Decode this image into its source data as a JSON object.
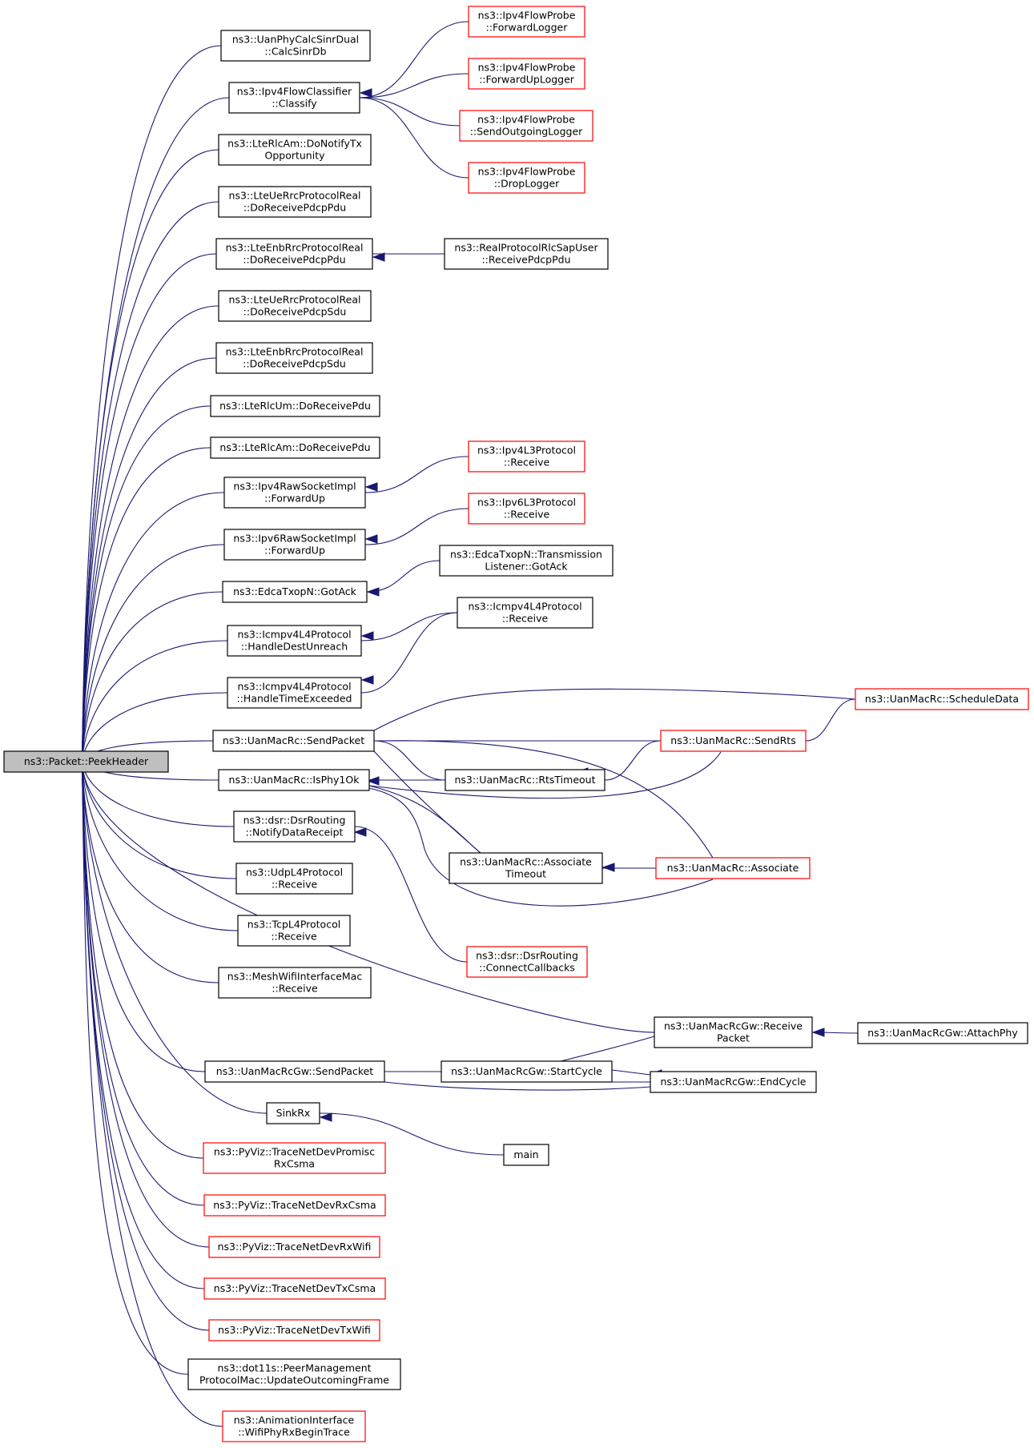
{
  "nodes": [
    {
      "id": "root",
      "lines": [
        "ns3::Packet::PeekHeader"
      ]
    },
    {
      "id": "uanphy",
      "lines": [
        "ns3::UanPhyCalcSinrDual",
        "::CalcSinrDb"
      ]
    },
    {
      "id": "ipv4fc",
      "lines": [
        "ns3::Ipv4FlowClassifier",
        "::Classify"
      ]
    },
    {
      "id": "lterlcam_tx",
      "lines": [
        "ns3::LteRlcAm::DoNotifyTx",
        "Opportunity"
      ]
    },
    {
      "id": "lteue_pdcppdu",
      "lines": [
        "ns3::LteUeRrcProtocolReal",
        "::DoReceivePdcpPdu"
      ]
    },
    {
      "id": "lteenb_pdcppdu",
      "lines": [
        "ns3::LteEnbRrcProtocolReal",
        "::DoReceivePdcpPdu"
      ]
    },
    {
      "id": "lteue_pdcpsdu",
      "lines": [
        "ns3::LteUeRrcProtocolReal",
        "::DoReceivePdcpSdu"
      ]
    },
    {
      "id": "lteenb_pdcpsdu",
      "lines": [
        "ns3::LteEnbRrcProtocolReal",
        "::DoReceivePdcpSdu"
      ]
    },
    {
      "id": "lterlcum",
      "lines": [
        "ns3::LteRlcUm::DoReceivePdu"
      ]
    },
    {
      "id": "lterlcam",
      "lines": [
        "ns3::LteRlcAm::DoReceivePdu"
      ]
    },
    {
      "id": "ipv4raw",
      "lines": [
        "ns3::Ipv4RawSocketImpl",
        "::ForwardUp"
      ]
    },
    {
      "id": "ipv6raw",
      "lines": [
        "ns3::Ipv6RawSocketImpl",
        "::ForwardUp"
      ]
    },
    {
      "id": "edcagotack",
      "lines": [
        "ns3::EdcaTxopN::GotAck"
      ]
    },
    {
      "id": "icmp_dest",
      "lines": [
        "ns3::Icmpv4L4Protocol",
        "::HandleDestUnreach"
      ]
    },
    {
      "id": "icmp_time",
      "lines": [
        "ns3::Icmpv4L4Protocol",
        "::HandleTimeExceeded"
      ]
    },
    {
      "id": "uan_sendpacket",
      "lines": [
        "ns3::UanMacRc::SendPacket"
      ]
    },
    {
      "id": "uan_isphy",
      "lines": [
        "ns3::UanMacRc::IsPhy1Ok"
      ]
    },
    {
      "id": "dsr_notify",
      "lines": [
        "ns3::dsr::DsrRouting",
        "::NotifyDataReceipt"
      ]
    },
    {
      "id": "udpl4",
      "lines": [
        "ns3::UdpL4Protocol",
        "::Receive"
      ]
    },
    {
      "id": "tcpl4",
      "lines": [
        "ns3::TcpL4Protocol",
        "::Receive"
      ]
    },
    {
      "id": "meshwifi",
      "lines": [
        "ns3::MeshWifiInterfaceMac",
        "::Receive"
      ]
    },
    {
      "id": "uangw_send",
      "lines": [
        "ns3::UanMacRcGw::SendPacket"
      ]
    },
    {
      "id": "sinkrx",
      "lines": [
        "SinkRx"
      ]
    },
    {
      "id": "pyviz_promisc",
      "lines": [
        "ns3::PyViz::TraceNetDevPromisc",
        "RxCsma"
      ]
    },
    {
      "id": "pyviz_rxcsma",
      "lines": [
        "ns3::PyViz::TraceNetDevRxCsma"
      ]
    },
    {
      "id": "pyviz_rxwifi",
      "lines": [
        "ns3::PyViz::TraceNetDevRxWifi"
      ]
    },
    {
      "id": "pyviz_txcsma",
      "lines": [
        "ns3::PyViz::TraceNetDevTxCsma"
      ]
    },
    {
      "id": "pyviz_txwifi",
      "lines": [
        "ns3::PyViz::TraceNetDevTxWifi"
      ]
    },
    {
      "id": "dot11s",
      "lines": [
        "ns3::dot11s::PeerManagement",
        "ProtocolMac::UpdateOutcomingFrame"
      ]
    },
    {
      "id": "anim",
      "lines": [
        "ns3::AnimationInterface",
        "::WifiPhyRxBeginTrace"
      ]
    },
    {
      "id": "probe_fwd",
      "lines": [
        "ns3::Ipv4FlowProbe",
        "::ForwardLogger"
      ]
    },
    {
      "id": "probe_fwdup",
      "lines": [
        "ns3::Ipv4FlowProbe",
        "::ForwardUpLogger"
      ]
    },
    {
      "id": "probe_send",
      "lines": [
        "ns3::Ipv4FlowProbe",
        "::SendOutgoingLogger"
      ]
    },
    {
      "id": "probe_drop",
      "lines": [
        "ns3::Ipv4FlowProbe",
        "::DropLogger"
      ]
    },
    {
      "id": "realprotocol",
      "lines": [
        "ns3::RealProtocolRlcSapUser",
        "::ReceivePdcpPdu"
      ]
    },
    {
      "id": "ipv4l3",
      "lines": [
        "ns3::Ipv4L3Protocol",
        "::Receive"
      ]
    },
    {
      "id": "ipv6l3",
      "lines": [
        "ns3::Ipv6L3Protocol",
        "::Receive"
      ]
    },
    {
      "id": "edca_listener",
      "lines": [
        "ns3::EdcaTxopN::Transmission",
        "Listener::GotAck"
      ]
    },
    {
      "id": "icmp_receive",
      "lines": [
        "ns3::Icmpv4L4Protocol",
        "::Receive"
      ]
    },
    {
      "id": "uan_rtstimeout",
      "lines": [
        "ns3::UanMacRc::RtsTimeout"
      ]
    },
    {
      "id": "uan_assoctimeout",
      "lines": [
        "ns3::UanMacRc::Associate",
        "Timeout"
      ]
    },
    {
      "id": "dsr_connect",
      "lines": [
        "ns3::dsr::DsrRouting",
        "::ConnectCallbacks"
      ]
    },
    {
      "id": "uangw_startcycle",
      "lines": [
        "ns3::UanMacRcGw::StartCycle"
      ]
    },
    {
      "id": "main",
      "lines": [
        "main"
      ]
    },
    {
      "id": "uan_schedule",
      "lines": [
        "ns3::UanMacRc::ScheduleData"
      ]
    },
    {
      "id": "uan_sendrts",
      "lines": [
        "ns3::UanMacRc::SendRts"
      ]
    },
    {
      "id": "uan_associate",
      "lines": [
        "ns3::UanMacRc::Associate"
      ]
    },
    {
      "id": "uangw_receive",
      "lines": [
        "ns3::UanMacRcGw::Receive",
        "Packet"
      ]
    },
    {
      "id": "uangw_endcycle",
      "lines": [
        "ns3::UanMacRcGw::EndCycle"
      ]
    },
    {
      "id": "uangw_attach",
      "lines": [
        "ns3::UanMacRcGw::AttachPhy"
      ]
    }
  ],
  "edges": [
    {
      "from": "uanphy",
      "to": "root"
    },
    {
      "from": "ipv4fc",
      "to": "root"
    },
    {
      "from": "lterlcam_tx",
      "to": "root"
    },
    {
      "from": "lteue_pdcppdu",
      "to": "root"
    },
    {
      "from": "lteenb_pdcppdu",
      "to": "root"
    },
    {
      "from": "lteue_pdcpsdu",
      "to": "root"
    },
    {
      "from": "lteenb_pdcpsdu",
      "to": "root"
    },
    {
      "from": "lterlcum",
      "to": "root"
    },
    {
      "from": "lterlcam",
      "to": "root"
    },
    {
      "from": "ipv4raw",
      "to": "root"
    },
    {
      "from": "ipv6raw",
      "to": "root"
    },
    {
      "from": "edcagotack",
      "to": "root"
    },
    {
      "from": "icmp_dest",
      "to": "root"
    },
    {
      "from": "icmp_time",
      "to": "root"
    },
    {
      "from": "uan_sendpacket",
      "to": "root"
    },
    {
      "from": "uan_isphy",
      "to": "root"
    },
    {
      "from": "dsr_notify",
      "to": "root"
    },
    {
      "from": "udpl4",
      "to": "root"
    },
    {
      "from": "tcpl4",
      "to": "root"
    },
    {
      "from": "meshwifi",
      "to": "root"
    },
    {
      "from": "uangw_receive",
      "to": "root"
    },
    {
      "from": "uangw_send",
      "to": "root"
    },
    {
      "from": "sinkrx",
      "to": "root"
    },
    {
      "from": "pyviz_promisc",
      "to": "root"
    },
    {
      "from": "pyviz_rxcsma",
      "to": "root"
    },
    {
      "from": "pyviz_rxwifi",
      "to": "root"
    },
    {
      "from": "pyviz_txcsma",
      "to": "root"
    },
    {
      "from": "pyviz_txwifi",
      "to": "root"
    },
    {
      "from": "dot11s",
      "to": "root"
    },
    {
      "from": "anim",
      "to": "root"
    },
    {
      "from": "probe_fwd",
      "to": "ipv4fc"
    },
    {
      "from": "probe_fwdup",
      "to": "ipv4fc"
    },
    {
      "from": "probe_send",
      "to": "ipv4fc"
    },
    {
      "from": "probe_drop",
      "to": "ipv4fc"
    },
    {
      "from": "realprotocol",
      "to": "lteenb_pdcppdu"
    },
    {
      "from": "ipv4l3",
      "to": "ipv4raw"
    },
    {
      "from": "ipv6l3",
      "to": "ipv6raw"
    },
    {
      "from": "edca_listener",
      "to": "edcagotack"
    },
    {
      "from": "icmp_receive",
      "to": "icmp_dest"
    },
    {
      "from": "icmp_receive",
      "to": "icmp_time"
    },
    {
      "from": "uan_schedule",
      "to": "uan_sendpacket"
    },
    {
      "from": "uan_sendrts",
      "to": "uan_sendpacket"
    },
    {
      "from": "uan_rtstimeout",
      "to": "uan_sendpacket"
    },
    {
      "from": "uan_assoctimeout",
      "to": "uan_sendpacket"
    },
    {
      "from": "uan_associate",
      "to": "uan_sendpacket"
    },
    {
      "from": "uan_rtstimeout",
      "to": "uan_isphy"
    },
    {
      "from": "uan_sendrts",
      "to": "uan_isphy"
    },
    {
      "from": "uan_assoctimeout",
      "to": "uan_isphy"
    },
    {
      "from": "uan_associate",
      "to": "uan_isphy"
    },
    {
      "from": "dsr_connect",
      "to": "dsr_notify"
    },
    {
      "from": "uangw_startcycle",
      "to": "uangw_send"
    },
    {
      "from": "uangw_endcycle",
      "to": "uangw_send"
    },
    {
      "from": "main",
      "to": "sinkrx"
    },
    {
      "from": "uan_schedule",
      "to": "uan_sendrts"
    },
    {
      "from": "uan_sendrts",
      "to": "uan_rtstimeout"
    },
    {
      "from": "uan_associate",
      "to": "uan_assoctimeout"
    },
    {
      "from": "uangw_attach",
      "to": "uangw_receive"
    },
    {
      "from": "uangw_receive",
      "to": "uangw_startcycle"
    },
    {
      "from": "uangw_endcycle",
      "to": "uangw_startcycle"
    },
    {
      "from": "uangw_startcycle",
      "to": "uangw_endcycle"
    }
  ]
}
